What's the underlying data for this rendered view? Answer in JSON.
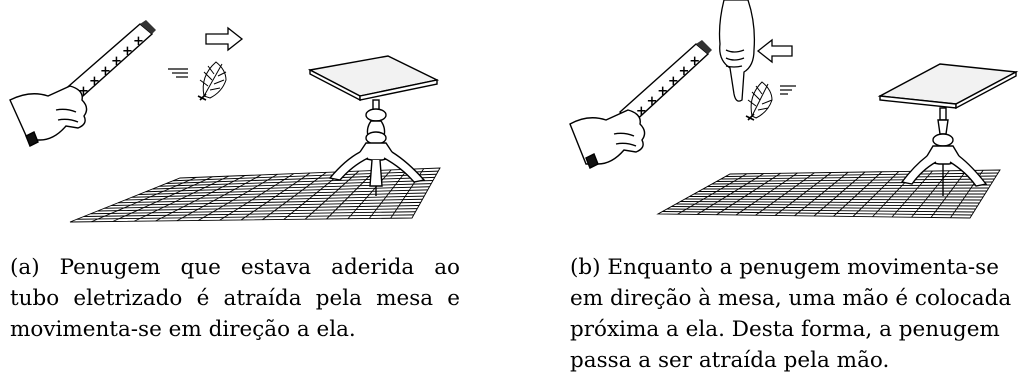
{
  "figure_a": {
    "caption_lines": [
      "(a) Penugem que estava aderida ao",
      "tubo eletrizado é atraída pela mesa e",
      "movimenta-se em direção a ela."
    ]
  },
  "figure_b": {
    "caption_lines": [
      "(b) Enquanto a penugem movimenta-se",
      "em direção à mesa, uma mão é colocada",
      "próxima a ela. Desta forma, a penugem",
      "passa a ser atraída pela mão."
    ]
  },
  "tube_charge_symbol": "+"
}
